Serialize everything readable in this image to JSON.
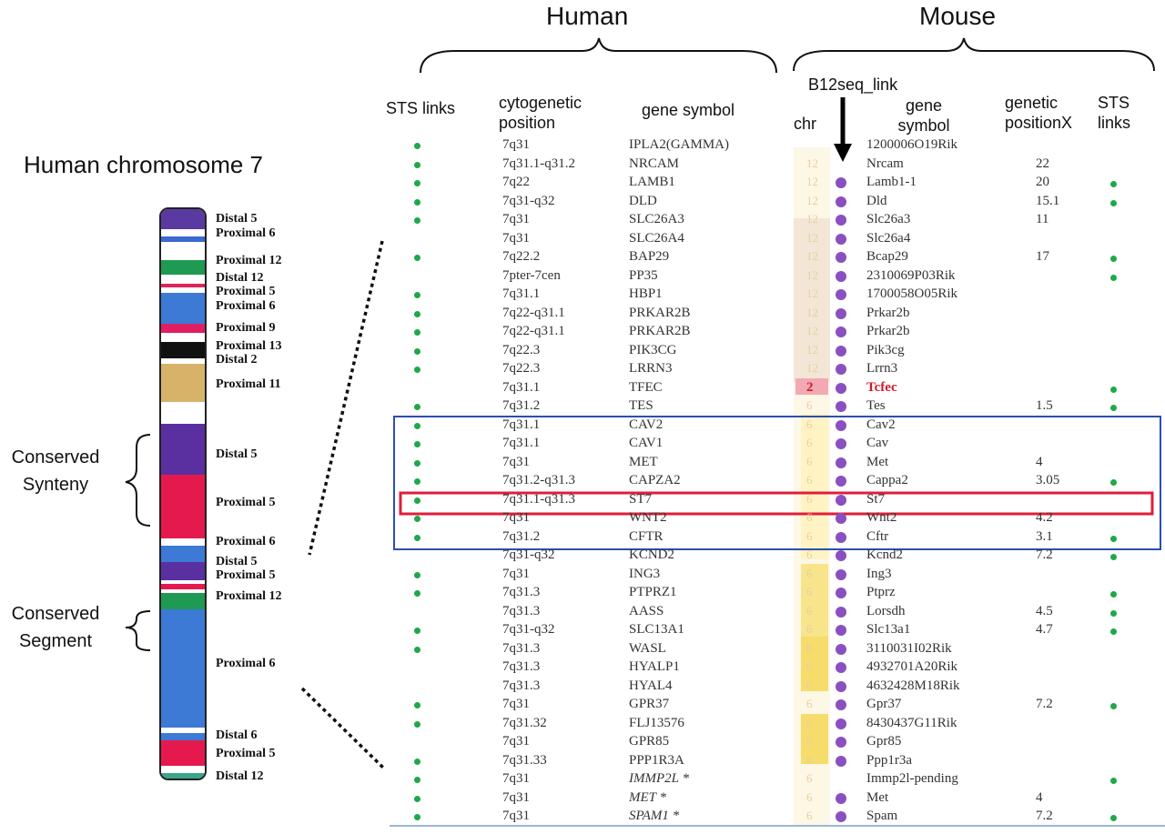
{
  "headers": {
    "human": "Human",
    "mouse": "Mouse",
    "b12seq": "B12seq_link",
    "sts_links_human": "STS links",
    "cytogenetic_position": "cytogenetic position",
    "gene_symbol_human": "gene symbol",
    "chr": "chr",
    "gene_symbol_mouse": "gene symbol",
    "genetic_position": "genetic positionX",
    "sts_links_mouse": "STS links"
  },
  "chromosome": {
    "title": "Human chromosome 7",
    "band_labels": [
      "Distal 5",
      "Proximal 6",
      "Proximal 12",
      "Distal 12",
      "Proximal 5",
      "Proximal 6",
      "Proximal 9",
      "Proximal 13",
      "Distal 2",
      "Proximal 11",
      "Distal 5",
      "Proximal 5",
      "Proximal 6",
      "Distal 5",
      "Proximal 5",
      "Proximal 12",
      "Proximal 6",
      "Distal 6",
      "Proximal 5",
      "Distal 12"
    ],
    "conserved_synteny": "Conserved Synteny",
    "conserved_segment": "Conserved Segment"
  },
  "rows": [
    {
      "sts": true,
      "cyto": "7q31",
      "gene": "IPLA2(GAMMA)",
      "chr": "",
      "b12": false,
      "mgene": "1200006O19Rik",
      "gpos": "",
      "msts": false
    },
    {
      "sts": true,
      "cyto": "7q31.1-q31.2",
      "gene": "NRCAM",
      "chr": "12",
      "b12": false,
      "mgene": "Nrcam",
      "gpos": "22",
      "msts": false
    },
    {
      "sts": true,
      "cyto": "7q22",
      "gene": "LAMB1",
      "chr": "12",
      "b12": true,
      "mgene": "Lamb1-1",
      "gpos": "20",
      "msts": true
    },
    {
      "sts": true,
      "cyto": "7q31-q32",
      "gene": "DLD",
      "chr": "12",
      "b12": true,
      "mgene": "Dld",
      "gpos": "15.1",
      "msts": true
    },
    {
      "sts": true,
      "cyto": "7q31",
      "gene": "SLC26A3",
      "chr": "12",
      "b12": true,
      "mgene": "Slc26a3",
      "gpos": "11",
      "msts": false
    },
    {
      "sts": false,
      "cyto": "7q31",
      "gene": "SLC26A4",
      "chr": "12",
      "b12": true,
      "mgene": "Slc26a4",
      "gpos": "",
      "msts": false
    },
    {
      "sts": true,
      "cyto": "7q22.2",
      "gene": "BAP29",
      "chr": "12",
      "b12": true,
      "mgene": "Bcap29",
      "gpos": "17",
      "msts": true
    },
    {
      "sts": false,
      "cyto": "7pter-7cen",
      "gene": "PP35",
      "chr": "12",
      "b12": true,
      "mgene": "2310069P03Rik",
      "gpos": "",
      "msts": true
    },
    {
      "sts": true,
      "cyto": "7q31.1",
      "gene": "HBP1",
      "chr": "12",
      "b12": true,
      "mgene": "1700058O05Rik",
      "gpos": "",
      "msts": false
    },
    {
      "sts": true,
      "cyto": "7q22-q31.1",
      "gene": "PRKAR2B",
      "chr": "12",
      "b12": true,
      "mgene": "Prkar2b",
      "gpos": "",
      "msts": false
    },
    {
      "sts": true,
      "cyto": "7q22-q31.1",
      "gene": "PRKAR2B",
      "chr": "12",
      "b12": true,
      "mgene": "Prkar2b",
      "gpos": "",
      "msts": false
    },
    {
      "sts": true,
      "cyto": "7q22.3",
      "gene": "PIK3CG",
      "chr": "12",
      "b12": true,
      "mgene": "Pik3cg",
      "gpos": "",
      "msts": false
    },
    {
      "sts": true,
      "cyto": "7q22.3",
      "gene": "LRRN3",
      "chr": "12",
      "b12": true,
      "mgene": "Lrrn3",
      "gpos": "",
      "msts": false
    },
    {
      "sts": false,
      "cyto": "7q31.1",
      "gene": "TFEC",
      "chr": "2",
      "b12": true,
      "mgene": "Tcfec",
      "gpos": "",
      "msts": true,
      "hl": true
    },
    {
      "sts": true,
      "cyto": "7q31.2",
      "gene": "TES",
      "chr": "6",
      "b12": true,
      "mgene": "Tes",
      "gpos": "1.5",
      "msts": true
    },
    {
      "sts": true,
      "cyto": "7q31.1",
      "gene": "CAV2",
      "chr": "6",
      "b12": true,
      "mgene": "Cav2",
      "gpos": "",
      "msts": false
    },
    {
      "sts": true,
      "cyto": "7q31.1",
      "gene": "CAV1",
      "chr": "6",
      "b12": true,
      "mgene": "Cav",
      "gpos": "",
      "msts": false
    },
    {
      "sts": true,
      "cyto": "7q31",
      "gene": "MET",
      "chr": "6",
      "b12": true,
      "mgene": "Met",
      "gpos": "4",
      "msts": false
    },
    {
      "sts": true,
      "cyto": "7q31.2-q31.3",
      "gene": "CAPZA2",
      "chr": "6",
      "b12": true,
      "mgene": "Cappa2",
      "gpos": "3.05",
      "msts": true
    },
    {
      "sts": true,
      "cyto": "7q31.1-q31.3",
      "gene": "ST7",
      "chr": "6",
      "b12": true,
      "mgene": "St7",
      "gpos": "",
      "msts": false
    },
    {
      "sts": true,
      "cyto": "7q31",
      "gene": "WNT2",
      "chr": "6",
      "b12": true,
      "mgene": "Wnt2",
      "gpos": "4.2",
      "msts": false
    },
    {
      "sts": true,
      "cyto": "7q31.2",
      "gene": "CFTR",
      "chr": "6",
      "b12": true,
      "mgene": "Cftr",
      "gpos": "3.1",
      "msts": true
    },
    {
      "sts": false,
      "cyto": "7q31-q32",
      "gene": "KCND2",
      "chr": "6",
      "b12": true,
      "mgene": "Kcnd2",
      "gpos": "7.2",
      "msts": true
    },
    {
      "sts": true,
      "cyto": "7q31",
      "gene": "ING3",
      "chr": "6",
      "b12": true,
      "mgene": "Ing3",
      "gpos": "",
      "msts": false
    },
    {
      "sts": true,
      "cyto": "7q31.3",
      "gene": "PTPRZ1",
      "chr": "6",
      "b12": true,
      "mgene": "Ptprz",
      "gpos": "",
      "msts": true
    },
    {
      "sts": false,
      "cyto": "7q31.3",
      "gene": "AASS",
      "chr": "6",
      "b12": true,
      "mgene": "Lorsdh",
      "gpos": "4.5",
      "msts": true
    },
    {
      "sts": true,
      "cyto": "7q31-q32",
      "gene": "SLC13A1",
      "chr": "6",
      "b12": true,
      "mgene": "Slc13a1",
      "gpos": "4.7",
      "msts": true
    },
    {
      "sts": true,
      "cyto": "7q31.3",
      "gene": "WASL",
      "chr": "6",
      "b12": true,
      "mgene": "3110031I02Rik",
      "gpos": "",
      "msts": false
    },
    {
      "sts": false,
      "cyto": "7q31.3",
      "gene": "HYALP1",
      "chr": "6",
      "b12": true,
      "mgene": "4932701A20Rik",
      "gpos": "",
      "msts": false
    },
    {
      "sts": false,
      "cyto": "7q31.3",
      "gene": "HYAL4",
      "chr": "6",
      "b12": true,
      "mgene": "4632428M18Rik",
      "gpos": "",
      "msts": false
    },
    {
      "sts": true,
      "cyto": "7q31",
      "gene": "GPR37",
      "chr": "6",
      "b12": true,
      "mgene": "Gpr37",
      "gpos": "7.2",
      "msts": true
    },
    {
      "sts": true,
      "cyto": "7q31.32",
      "gene": "FLJ13576",
      "chr": "6",
      "b12": true,
      "mgene": "8430437G11Rik",
      "gpos": "",
      "msts": false
    },
    {
      "sts": false,
      "cyto": "7q31",
      "gene": "GPR85",
      "chr": "6",
      "b12": true,
      "mgene": "Gpr85",
      "gpos": "",
      "msts": false
    },
    {
      "sts": true,
      "cyto": "7q31.33",
      "gene": "PPP1R3A",
      "chr": "6",
      "b12": true,
      "mgene": "Ppp1r3a",
      "gpos": "",
      "msts": false
    },
    {
      "sts": true,
      "cyto": "7q31",
      "gene": "IMMP2L *",
      "chr": "6",
      "b12": false,
      "mgene": "Immp2l-pending",
      "gpos": "",
      "msts": true,
      "italic": true
    },
    {
      "sts": true,
      "cyto": "7q31",
      "gene": "MET *",
      "chr": "6",
      "b12": true,
      "mgene": "Met",
      "gpos": "4",
      "msts": false,
      "italic": true
    },
    {
      "sts": true,
      "cyto": "7q31",
      "gene": "SPAM1 *",
      "chr": "6",
      "b12": true,
      "mgene": "Spam",
      "gpos": "7.2",
      "msts": true,
      "italic": true
    }
  ]
}
